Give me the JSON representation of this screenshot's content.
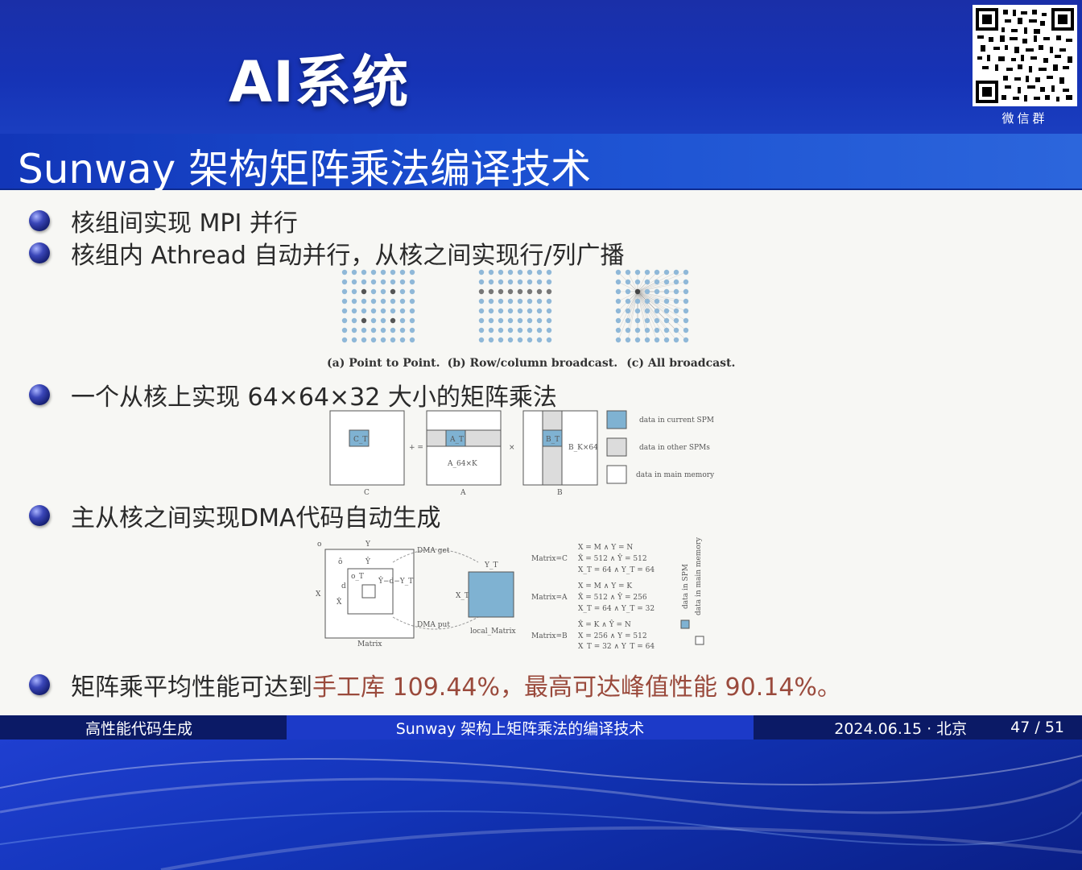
{
  "header": {
    "brand": "AI系统",
    "qr_label": "微信群"
  },
  "slide": {
    "title": "Sunway 架构矩阵乘法编译技术",
    "bullets": [
      "核组间实现 MPI 并行",
      "核组内 Athread 自动并行，从核之间实现行/列广播",
      "一个从核上实现 64×64×32 大小的矩阵乘法",
      "主从核之间实现DMA代码自动生成"
    ],
    "last_bullet": {
      "prefix": "矩阵乘平均性能可达到",
      "highlight": "手工库 109.44%，最高可达峰值性能 90.14%。"
    }
  },
  "figure_broadcast": {
    "caption_a": "(a) Point to Point.",
    "caption_b": "(b) Row/column broadcast.",
    "caption_c": "(c) All broadcast."
  },
  "figure_matmul": {
    "c_label": "C",
    "ct_label": "C_T",
    "a_label": "A",
    "at_label": "A_T",
    "a_dim": "A_64×K",
    "b_label": "B",
    "bt_label": "B_T",
    "b_dim": "B_K×64",
    "plus_eq": "+ =",
    "times": "×",
    "legend": [
      "data in current SPM",
      "data in other SPMs",
      "data in main memory"
    ]
  },
  "figure_dma": {
    "o": "o",
    "y": "Y",
    "x": "X",
    "o_hat": "ô",
    "y_hat": "Ŷ",
    "x_hat": "X̂",
    "o_t": "o_T",
    "d": "d",
    "y_t_expr": "Ŷ−d−Y_T",
    "x_t": "X_T",
    "y_t": "Y_T",
    "dma_get": "DMA get",
    "dma_put": "DMA put",
    "matrix": "Matrix",
    "local_matrix": "local_Matrix",
    "matrix_c": "Matrix=C",
    "matrix_a": "Matrix=A",
    "matrix_b": "Matrix=B",
    "eq_c": [
      "X = M ∧ Y = N",
      "X̂ = 512 ∧ Ŷ = 512",
      "X_T = 64 ∧ Y_T = 64"
    ],
    "eq_a": [
      "X = M ∧ Y = K",
      "X̂ = 512 ∧ Ŷ = 256",
      "X_T = 64 ∧ Y_T = 32"
    ],
    "eq_b": [
      "X̂ = K ∧ Ŷ = N",
      "X = 256 ∧ Y = 512",
      "X_T = 32 ∧ Y_T = 64"
    ],
    "legend_spm": "data in SPM",
    "legend_main": "data in main memory"
  },
  "footer": {
    "left": "高性能代码生成",
    "center": "Sunway 架构上矩阵乘法的编译技术",
    "date": "2024.06.15 · 北京",
    "page": "47 / 51"
  },
  "colors": {
    "header_blue": "#1633b6",
    "title_bar": "#1a4ed0",
    "highlight": "#9a4a3c",
    "spm_fill": "#7fb2d2"
  }
}
